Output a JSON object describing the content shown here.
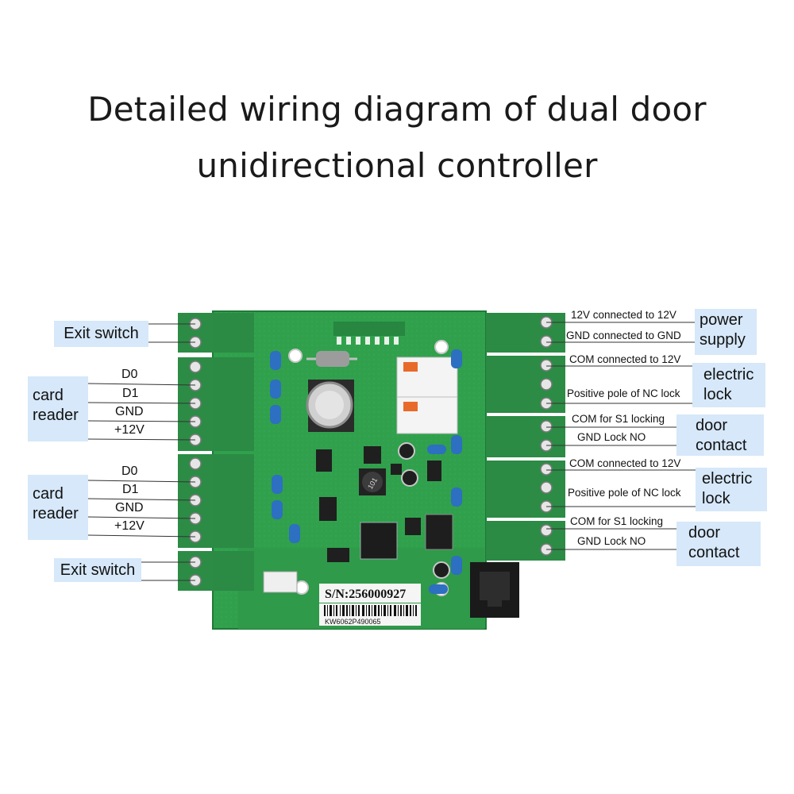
{
  "title": {
    "line1": "Detailed wiring diagram of dual door",
    "line2": "unidirectional controller"
  },
  "left_labels": {
    "exit_switch_1": "Exit switch",
    "card_reader_1": [
      "card",
      "reader"
    ],
    "card_reader_2": [
      "card",
      "reader"
    ],
    "exit_switch_2": "Exit switch"
  },
  "left_wires": {
    "reader1": [
      "D0",
      "D1",
      "GND",
      "+12V"
    ],
    "reader2": [
      "D0",
      "D1",
      "GND",
      "+12V"
    ]
  },
  "right_labels": {
    "power_supply": [
      "power",
      "supply"
    ],
    "electric_lock_1": [
      "electric",
      "lock"
    ],
    "door_contact_1": [
      "door",
      "contact"
    ],
    "electric_lock_2": [
      "electric",
      "lock"
    ],
    "door_contact_2": [
      "door",
      "contact"
    ]
  },
  "right_wires": {
    "power_12v": "12V connected to 12V",
    "power_gnd": "GND connected to GND",
    "lock1_com": "COM connected to 12V",
    "lock1_nc": "Positive pole of NC lock",
    "door1_com": "COM for S1 locking",
    "door1_gnd": "GND Lock NO",
    "lock2_com": "COM connected to 12V",
    "lock2_nc": "Positive pole of NC lock",
    "door2_com": "COM for S1 locking",
    "door2_gnd": "GND Lock NO"
  },
  "board": {
    "serial_label": "S/N:256000927",
    "barcode_text": "KW6062P490065",
    "inductor_text": "101"
  },
  "colors": {
    "pcb": "#2f9a4a",
    "terminal": "#2c8c45",
    "label_bg": "#d6e8f9",
    "capacitor": "#2d6fc0"
  }
}
